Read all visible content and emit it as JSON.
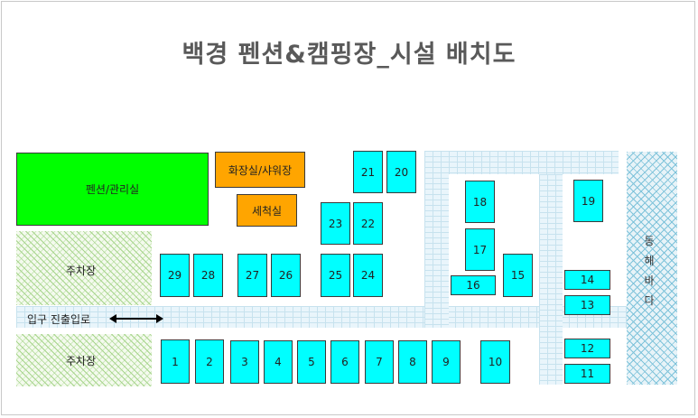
{
  "title": "백경 펜션&캠핑장_시설 배치도",
  "buildings": {
    "pension": "펜션/관리실",
    "restroom": "화장실/샤워장",
    "washroom": "세척실"
  },
  "labels": {
    "parking_top": "주차장",
    "parking_bottom": "주차장",
    "entrance_road": "입구 진출입로",
    "sea": [
      "동",
      "해",
      "바",
      "다"
    ]
  },
  "sites": {
    "s1": "1",
    "s2": "2",
    "s3": "3",
    "s4": "4",
    "s5": "5",
    "s6": "6",
    "s7": "7",
    "s8": "8",
    "s9": "9",
    "s10": "10",
    "s11": "11",
    "s12": "12",
    "s13": "13",
    "s14": "14",
    "s15": "15",
    "s16": "16",
    "s17": "17",
    "s18": "18",
    "s19": "19",
    "s20": "20",
    "s21": "21",
    "s22": "22",
    "s23": "23",
    "s24": "24",
    "s25": "25",
    "s26": "26",
    "s27": "27",
    "s28": "28",
    "s29": "29"
  },
  "colors": {
    "campsite": "#00ffff",
    "pension": "#00ff00",
    "facility": "#ffa500",
    "title": "#595959"
  }
}
